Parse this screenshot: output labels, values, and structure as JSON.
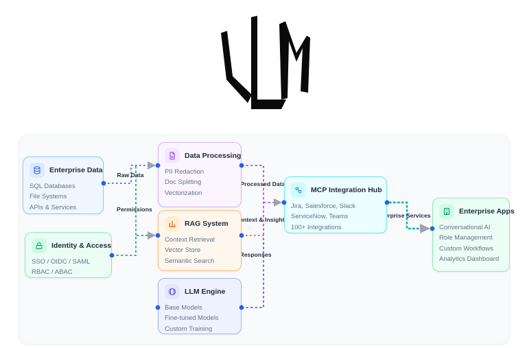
{
  "logo": {
    "name": "LLM monogram"
  },
  "diagram": {
    "nodes": [
      {
        "id": "enterprise-data",
        "icon": "database-icon",
        "title": "Enterprise Data",
        "items": [
          "SQL Databases",
          "File Systems",
          "APIs & Services"
        ],
        "bg": "#eff6ff",
        "border": "#93c5fd",
        "icon_bg": "#dbeafe",
        "icon_color": "#2563eb"
      },
      {
        "id": "identity-access",
        "icon": "lock-icon",
        "title": "Identity & Access",
        "items": [
          "SSO / OIDC / SAML",
          "RBAC / ABAC"
        ],
        "bg": "#ecfdf5",
        "border": "#86efac",
        "icon_bg": "#d1fae5",
        "icon_color": "#059669"
      },
      {
        "id": "data-processing",
        "icon": "document-icon",
        "title": "Data Processing",
        "items": [
          "PII Redaction",
          "Doc Splitting",
          "Vectorization"
        ],
        "bg": "#faf5ff",
        "border": "#d8b4fe",
        "icon_bg": "#f3e8ff",
        "icon_color": "#9333ea"
      },
      {
        "id": "rag-system",
        "icon": "bar-chart-icon",
        "title": "RAG System",
        "items": [
          "Context Retrieval",
          "Vector Store",
          "Semantic Search"
        ],
        "bg": "#fff7ed",
        "border": "#fdba74",
        "icon_bg": "#ffedd5",
        "icon_color": "#ea580c"
      },
      {
        "id": "llm-engine",
        "icon": "brain-icon",
        "title": "LLM Engine",
        "items": [
          "Base Models",
          "Fine-tuned Models",
          "Custom Training"
        ],
        "bg": "#eef2ff",
        "border": "#a5b4fc",
        "icon_bg": "#e0e7ff",
        "icon_color": "#4f46e5"
      },
      {
        "id": "mcp-hub",
        "icon": "link-icon",
        "title": "MCP Integration Hub",
        "items": [
          "Jira, Salesforce, Slack",
          "ServiceNow, Teams",
          "100+ Integrations"
        ],
        "bg": "#ecfeff",
        "border": "#67e8f9",
        "icon_bg": "#cffafe",
        "icon_color": "#0891b2"
      },
      {
        "id": "enterprise-apps",
        "icon": "building-icon",
        "title": "Enterprise Apps",
        "items": [
          "Conversational AI",
          "Role Management",
          "Custom Workflows",
          "Analytics Dashboard"
        ],
        "bg": "#ecfdf5",
        "border": "#86efac",
        "icon_bg": "#d1fae5",
        "icon_color": "#059669"
      }
    ],
    "edges": [
      {
        "id": "raw-data",
        "label": "Raw Data",
        "color": "#3b82f6"
      },
      {
        "id": "permissions",
        "label": "Permissions",
        "color": "#10b981"
      },
      {
        "id": "processed-data",
        "label": "Processed Data",
        "color": "#a855f7"
      },
      {
        "id": "context-insights",
        "label": "Context & Insights",
        "color": "#f97316"
      },
      {
        "id": "ai-responses",
        "label": "AI Responses",
        "color": "#6366f1"
      },
      {
        "id": "enterprise-services",
        "label": "Enterprise Services",
        "color": "#14b8a6"
      }
    ],
    "dot_color": "#2563eb",
    "arrow_color": "#9ca3af",
    "logo_color": "#0a0a0a"
  }
}
